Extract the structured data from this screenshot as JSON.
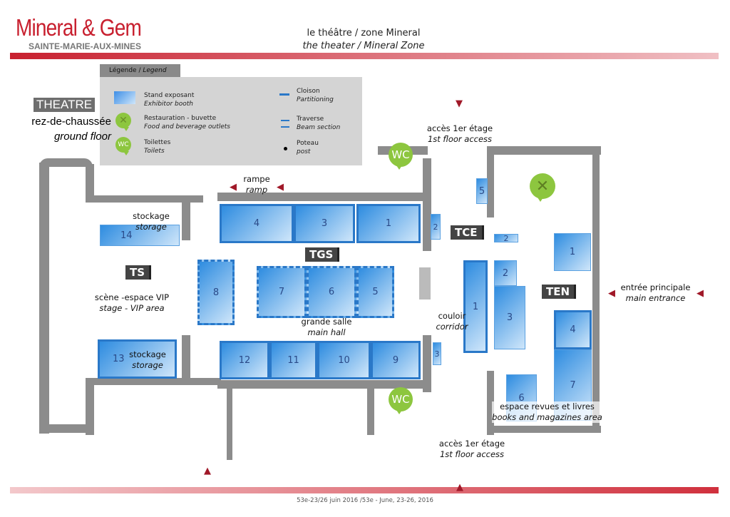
{
  "header": {
    "brand": "Mineral & Gem",
    "brand_sub": "SAINTE-MARIE-AUX-MINES",
    "title_fr": "le théâtre / zone Mineral",
    "title_en": "the theater / Mineral Zone"
  },
  "legend": {
    "tab_fr": "Légende /",
    "tab_en": "Legend",
    "items": [
      {
        "fr": "Stand exposant",
        "en": "Exhibitor booth",
        "icon": "booth-swatch"
      },
      {
        "fr": "Restauration - buvette",
        "en": "Food and beverage outlets",
        "icon": "food-pin"
      },
      {
        "fr": "Toilettes",
        "en": "Toilets",
        "icon": "wc-pin"
      },
      {
        "fr": "Cloison",
        "en": "Partitioning",
        "icon": "partition-line"
      },
      {
        "fr": "Traverse",
        "en": "Beam section",
        "icon": "beam-dashes"
      },
      {
        "fr": "Poteau",
        "en": "post",
        "icon": "post-dot"
      }
    ]
  },
  "building": {
    "name": "THEATRE",
    "floor_fr": "rez-de-chaussée",
    "floor_en": "ground floor"
  },
  "zones": {
    "ts": "TS",
    "tgs": "TGS",
    "tce": "TCE",
    "ten": "TEN"
  },
  "booths": {
    "ts": [
      "14",
      "13"
    ],
    "tgs": [
      "8",
      "4",
      "3",
      "1",
      "2",
      "7",
      "6",
      "5",
      "12",
      "11",
      "10",
      "9",
      "3"
    ],
    "tce": [
      "5",
      "1",
      "2",
      "2",
      "3"
    ],
    "ten": [
      "1",
      "4",
      "6",
      "7"
    ]
  },
  "areas": {
    "storage1": {
      "fr": "stockage",
      "en": "storage"
    },
    "stage": {
      "fr": "scène -espace VIP",
      "en": "stage - VIP area"
    },
    "storage2": {
      "fr": "stockage",
      "en": "storage"
    },
    "ramp": {
      "fr": "rampe",
      "en": "ramp"
    },
    "hall": {
      "fr": "grande salle",
      "en": "main hall"
    },
    "corridor": {
      "fr": "couloir",
      "en": "corridor"
    },
    "access_top": {
      "fr": "accès 1er étage",
      "en": "1st floor access"
    },
    "access_bottom": {
      "fr": "accès 1er étage",
      "en": "1st floor access"
    },
    "entrance": {
      "fr": "entrée principale",
      "en": "main entrance"
    },
    "books": {
      "fr": "espace revues et livres",
      "en": "books and magazines area"
    }
  },
  "wc_label": "WC",
  "footer": "53e-23/26 juin 2016 /53e - June, 23-26, 2016",
  "colors": {
    "brand": "#c8202f",
    "booth": "#2e8ce0",
    "pin": "#8dc63f",
    "arrow": "#a01828"
  }
}
